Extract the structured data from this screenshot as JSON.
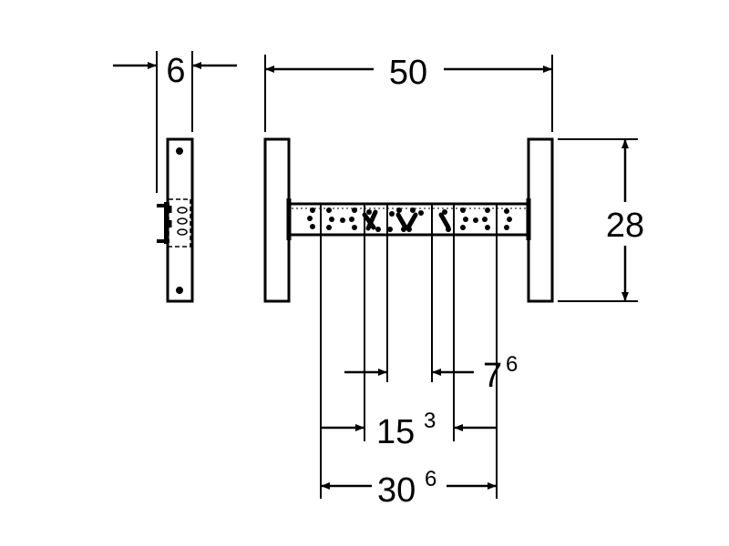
{
  "drawing": {
    "colors": {
      "line": "#000000",
      "background": "#ffffff"
    },
    "dimensions": {
      "depth": {
        "value": "6"
      },
      "width": {
        "value": "50"
      },
      "height": {
        "value": "28"
      },
      "inner_spacing": {
        "value": "7",
        "superscript": "6"
      },
      "middle_spacing": {
        "value": "15",
        "superscript": "3"
      },
      "outer_spacing": {
        "value": "30",
        "superscript": "6"
      }
    }
  }
}
